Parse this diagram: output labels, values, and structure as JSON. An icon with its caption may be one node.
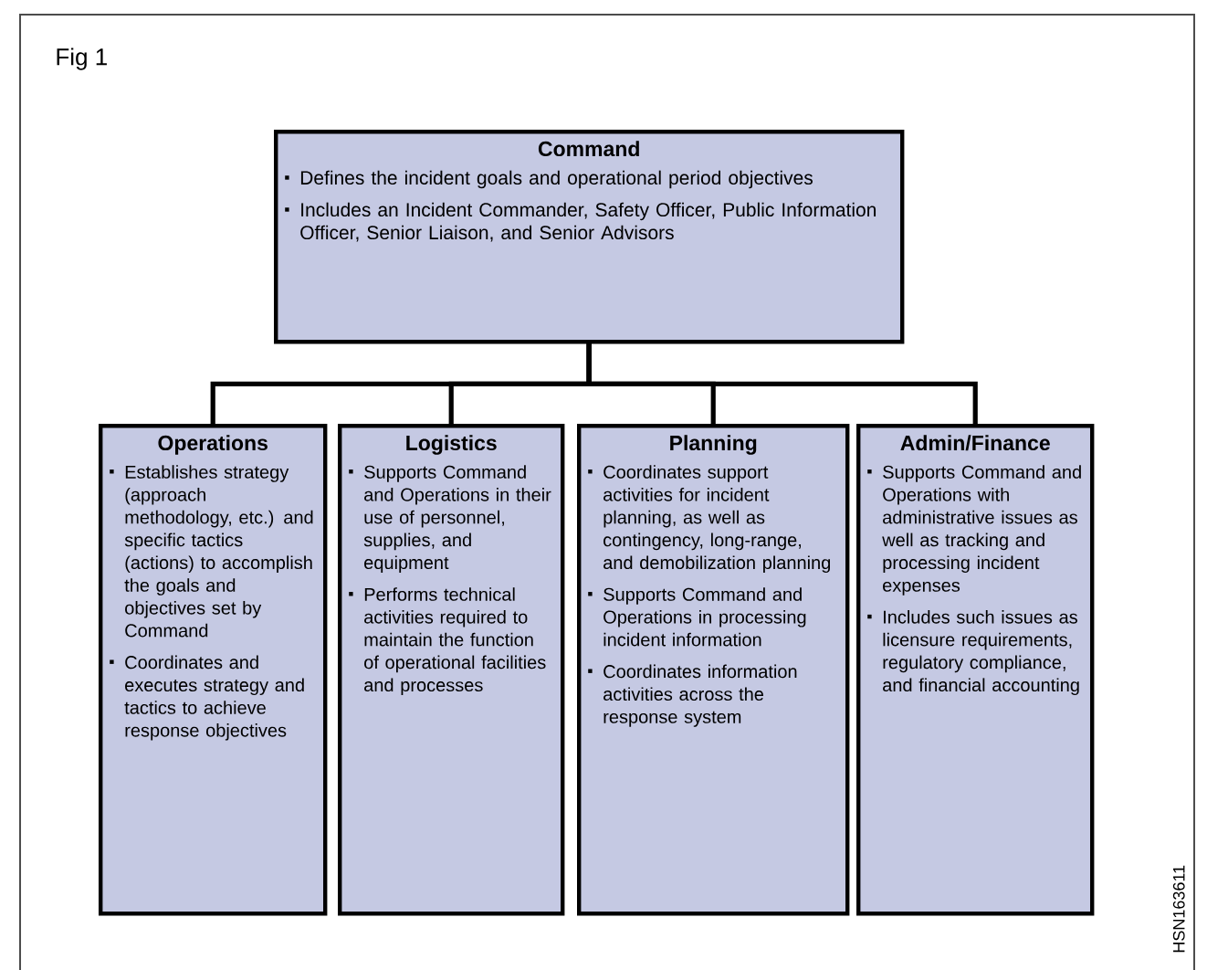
{
  "diagram": {
    "title": "Fig 1",
    "nodes": [
      {
        "text": [
          "Command",
          "Defines the incident goals and operational period objectives",
          "Includes an Incident Commander, Safety Officer, Public Information Officer, Senior Liaison, and Senior Advisors"
        ]
      },
      {
        "text": [
          "Operations",
          "Establishes strategy (approach methodology, etc.) and specific tactics (actions) to accomplish the goals and objectives set by Command",
          "Coordinates and executes strategy and tactics to achieve response objectives"
        ]
      },
      {
        "text": [
          "Logistics",
          "Supports Command and Operations in their use of personnel, supplies, and equipment",
          "Performs technical activities required to maintain the function of operational facilities and processes"
        ]
      },
      {
        "text": [
          "Planning",
          "Coordinates support activities for incident planning, as well as contingency, long-range, and demobilization planning",
          "Supports Command and Operations in processing incident information",
          "Coordinates information activities across the response system"
        ]
      },
      {
        "text": [
          "Admin/Finance",
          "Supports Command and Operations with administrative issues as well as tracking and processing incident expenses",
          "Includes such issues as licensure requirements, regulatory compliance, and financial accounting"
        ]
      }
    ],
    "edges": [
      {
        "from": 0,
        "to": 1,
        "arrow": "none"
      },
      {
        "from": 0,
        "to": 2,
        "arrow": "none"
      },
      {
        "from": 0,
        "to": 3,
        "arrow": "none"
      },
      {
        "from": 0,
        "to": 4,
        "arrow": "none"
      }
    ],
    "labels": [
      "HSN163611"
    ]
  }
}
